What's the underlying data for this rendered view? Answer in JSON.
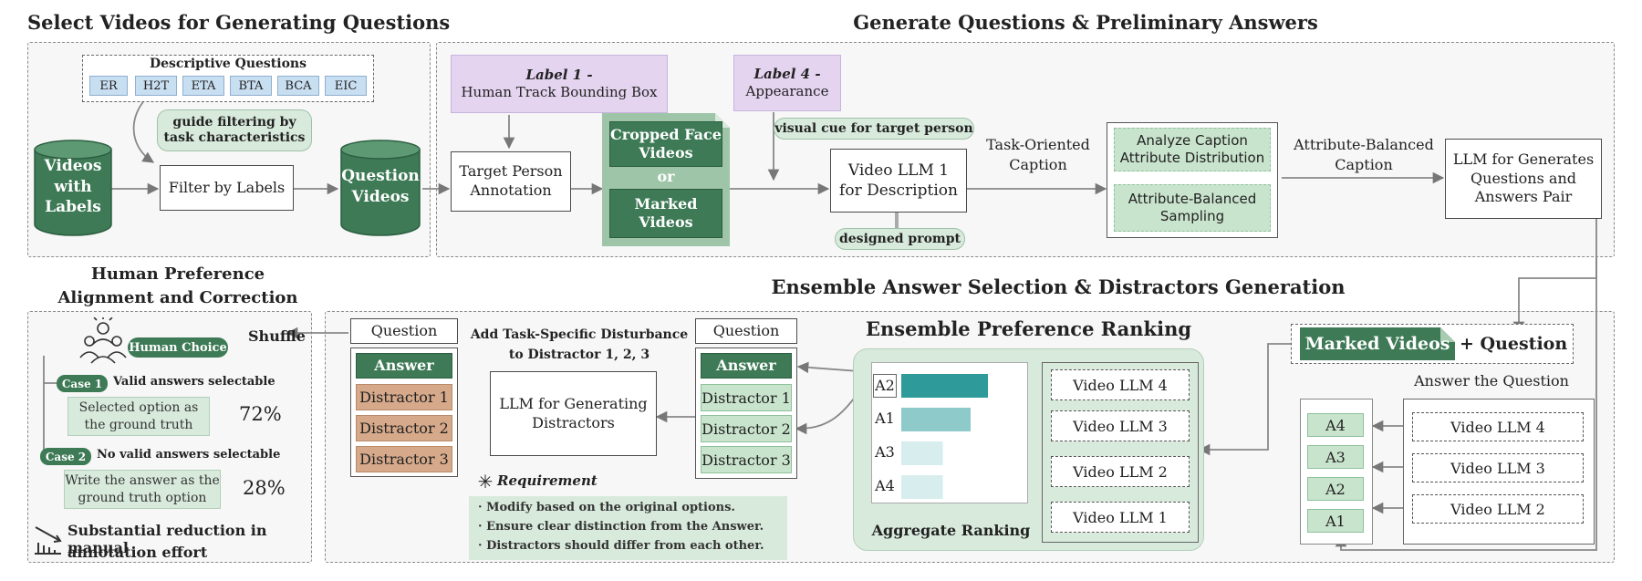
{
  "titles": {
    "select": "Select Videos for Generating Questions",
    "generate": "Generate Questions & Preliminary Answers",
    "human_line1": "Human Preference",
    "human_line2": "Alignment and Correction",
    "ensemble": "Ensemble Answer Selection & Distractors Generation"
  },
  "select_panel": {
    "descriptive_title": "Descriptive Questions",
    "tags": [
      "ER",
      "H2T",
      "ETA",
      "BTA",
      "BCA",
      "EIC"
    ],
    "guide_line1": "guide filtering by",
    "guide_line2": "task characteristics",
    "videos_line1": "Videos",
    "videos_line2": "with Labels",
    "filter": "Filter by Labels",
    "qvideos_line1": "Question",
    "qvideos_line2": "Videos"
  },
  "generate_panel": {
    "label1_title": "Label 1 -",
    "label1_text": "Human Track Bounding Box",
    "label4_title": "Label 4 -",
    "label4_text": "Appearance",
    "target_line1": "Target Person",
    "target_line2": "Annotation",
    "cropped_line1": "Cropped Face",
    "cropped_line2": "Videos",
    "or": "or",
    "marked_line1": "Marked",
    "marked_line2": "Videos",
    "visual_cue": "visual cue for target person",
    "video_llm_line1": "Video LLM 1",
    "video_llm_line2": "for Description",
    "designed_prompt": "designed prompt",
    "task_caption_line1": "Task-Oriented",
    "task_caption_line2": "Caption",
    "analyze_line1": "Analyze Caption",
    "analyze_line2": "Attribute Distribution",
    "balanced_line1": "Attribute-Balanced",
    "balanced_line2": "Sampling",
    "balanced_caption_line1": "Attribute-Balanced",
    "balanced_caption_line2": "Caption",
    "llm_line1": "LLM for Generates",
    "llm_line2": "Questions and",
    "llm_line3": "Answers Pair"
  },
  "ensemble_panel": {
    "marked_videos": "Marked Videos",
    "plus_question": "+ Question",
    "answer_question": "Answer the Question",
    "answers": [
      "A4",
      "A3",
      "A2",
      "A1"
    ],
    "answer_models": [
      "Video LLM 4",
      "Video LLM 3",
      "Video LLM 2"
    ],
    "epr_title": "Ensemble Preference Ranking",
    "ranking_labels": [
      "A2",
      "A1",
      "A3",
      "A4"
    ],
    "ranking_models": [
      "Video LLM 4",
      "Video LLM 3",
      "Video LLM 2",
      "Video LLM 1"
    ],
    "aggregate": "Aggregate Ranking",
    "q_header": "Question",
    "q_answer": "Answer",
    "q_distractors": [
      "Distractor 1",
      "Distractor 2",
      "Distractor 3"
    ],
    "llm_distractors_line1": "LLM for Generating",
    "llm_distractors_line2": "Distractors",
    "add_line1": "Add  Task-Specific Disturbance",
    "add_line2": "to Distractor 1,  2,  3",
    "requirement_title": "Requirement",
    "requirements": [
      "Modify based on the original options.",
      "Ensure clear distinction from the Answer.",
      "Distractors should differ from each other."
    ],
    "final_header": "Question",
    "final_answer": "Answer",
    "final_distractors": [
      "Distractor 1",
      "Distractor 2",
      "Distractor 3"
    ]
  },
  "human_panel": {
    "human_choice": "Human Choice",
    "shuffle": "Shuffle",
    "case1": "Case 1",
    "case1_text": "Valid answers selectable",
    "case1_note_line1": "Selected option as",
    "case1_note_line2": "the ground truth",
    "pct1": "72%",
    "case2": "Case 2",
    "case2_text": "No valid answers selectable",
    "case2_note_line1": "Write the answer as the",
    "case2_note_line2": "ground truth option",
    "pct2": "28%",
    "reduction_line1": "Substantial reduction in manual",
    "reduction_line2": "annotation effort"
  },
  "chart_data": {
    "type": "bar",
    "categories": [
      "A2",
      "A1",
      "A3",
      "A4"
    ],
    "values": [
      1.0,
      0.8,
      0.48,
      0.48
    ],
    "ylim": [
      0,
      1
    ]
  },
  "colors": {
    "dark_green": "#3d7a55",
    "light_green": "#c9e4cd",
    "purple": "#e4d4f0",
    "blue_tag": "#c8def1",
    "brown": "#d5a98a",
    "teal_bar": "#2e9a9a"
  }
}
